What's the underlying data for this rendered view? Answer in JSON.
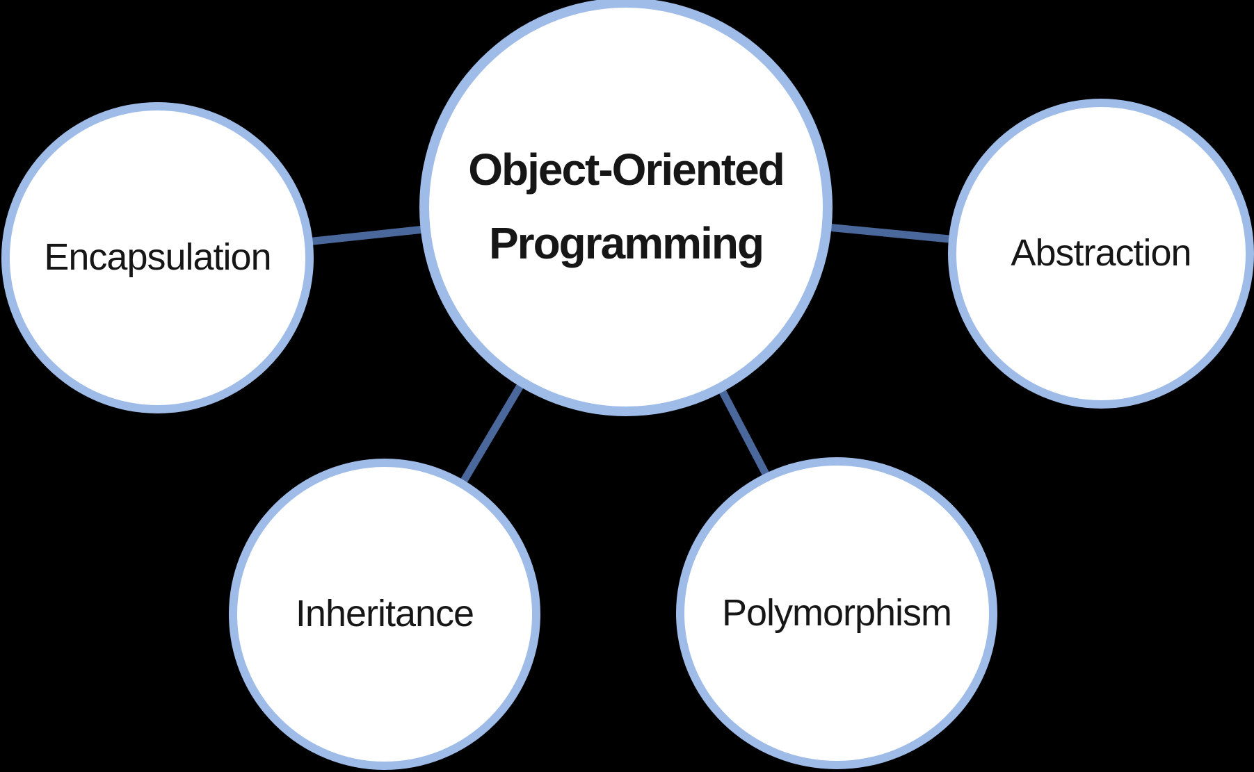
{
  "diagram": {
    "type": "mind-map",
    "colors": {
      "background": "#000000",
      "node_fill": "#FFFFFF",
      "node_border": "#9FBCE8",
      "connector": "#4A689B",
      "text": "#161616"
    },
    "center_node": {
      "label_line1": "Object-Oriented",
      "label_line2": "Programming"
    },
    "nodes": [
      {
        "id": "encapsulation",
        "label": "Encapsulation"
      },
      {
        "id": "abstraction",
        "label": "Abstraction"
      },
      {
        "id": "inheritance",
        "label": "Inheritance"
      },
      {
        "id": "polymorphism",
        "label": "Polymorphism"
      }
    ]
  }
}
